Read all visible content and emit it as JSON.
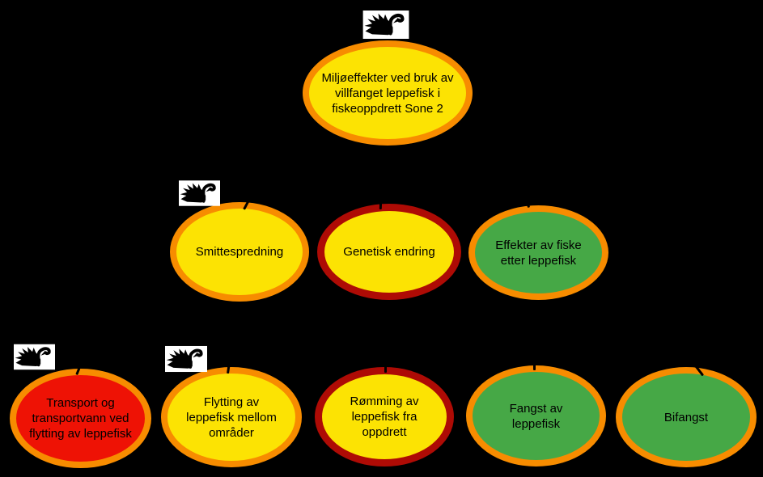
{
  "diagram": {
    "background_color": "#000000",
    "palette": {
      "yellow": "#FCE303",
      "orange": "#F78C00",
      "dark_red": "#AE0B05",
      "red": "#EE1205",
      "green": "#46A846",
      "icon_bg": "#FFFFFF",
      "text": "#000000"
    },
    "icon_name": "swan-logo",
    "nodes": [
      {
        "id": "root",
        "label": "Miljøeffekter ved bruk av villfanget leppefisk i fiskeoppdrett Sone 2",
        "fill": "yellow",
        "border": "orange",
        "row": 1,
        "has_swan_icon": true
      },
      {
        "id": "smittespredning",
        "label": "Smittespredning",
        "fill": "yellow",
        "border": "orange",
        "row": 2,
        "has_swan_icon": true
      },
      {
        "id": "genetisk-endring",
        "label": "Genetisk endring",
        "fill": "yellow",
        "border": "dark_red",
        "row": 2,
        "has_swan_icon": false
      },
      {
        "id": "effekter-av-fiske",
        "label": "Effekter av fiske etter leppefisk",
        "fill": "green",
        "border": "orange",
        "row": 2,
        "has_swan_icon": false
      },
      {
        "id": "transport-og-transportvann",
        "label": "Transport og transportvann ved flytting av leppefisk",
        "fill": "red",
        "border": "orange",
        "row": 3,
        "has_swan_icon": true
      },
      {
        "id": "flytting-av-leppefisk",
        "label": "Flytting av leppefisk mellom områder",
        "fill": "yellow",
        "border": "orange",
        "row": 3,
        "has_swan_icon": true
      },
      {
        "id": "romming-av-leppefisk",
        "label": "Rømming av leppefisk fra oppdrett",
        "fill": "yellow",
        "border": "dark_red",
        "row": 3,
        "has_swan_icon": false
      },
      {
        "id": "fangst-av-leppefisk",
        "label": "Fangst av leppefisk",
        "fill": "green",
        "border": "orange",
        "row": 3,
        "has_swan_icon": false
      },
      {
        "id": "bifangst",
        "label": "Bifangst",
        "fill": "green",
        "border": "orange",
        "row": 3,
        "has_swan_icon": false
      }
    ]
  }
}
